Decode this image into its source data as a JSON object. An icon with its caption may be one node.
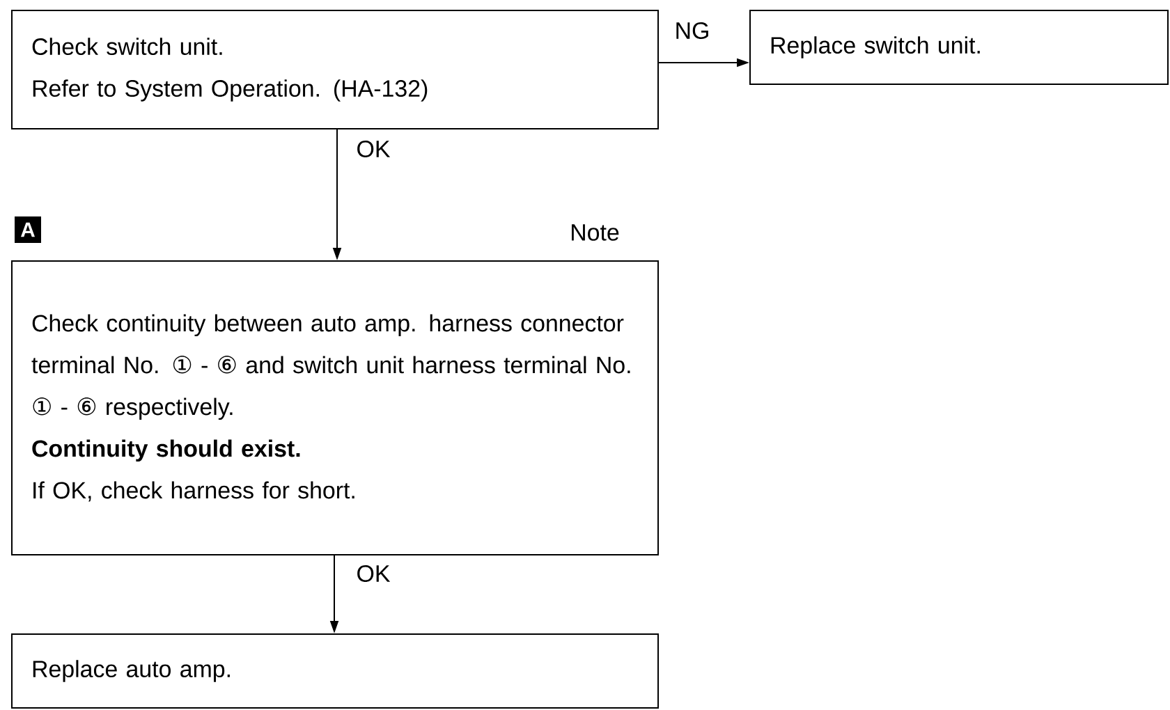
{
  "diagram": {
    "nodes": [
      {
        "text": [
          "Check switch unit.",
          "Refer to System Operation. (HA-132)"
        ]
      },
      {
        "text": [
          "Replace switch unit."
        ]
      },
      {
        "text": [
          "Check continuity between auto amp. harness connector terminal No. ① - ⑥ and switch unit harness terminal No. ① - ⑥ respectively.",
          "Continuity should exist.",
          "If OK, check harness for short."
        ],
        "beside": [
          "Note"
        ]
      },
      {
        "text": [
          "Replace auto amp."
        ]
      }
    ],
    "edges": [
      {
        "from": 0,
        "to": 1,
        "arrow": "to",
        "label": "NG"
      },
      {
        "from": 0,
        "to": 2,
        "arrow": "to",
        "label": "OK"
      },
      {
        "from": 2,
        "to": 3,
        "arrow": "to",
        "label": "OK"
      }
    ],
    "labels": [
      "A"
    ]
  }
}
